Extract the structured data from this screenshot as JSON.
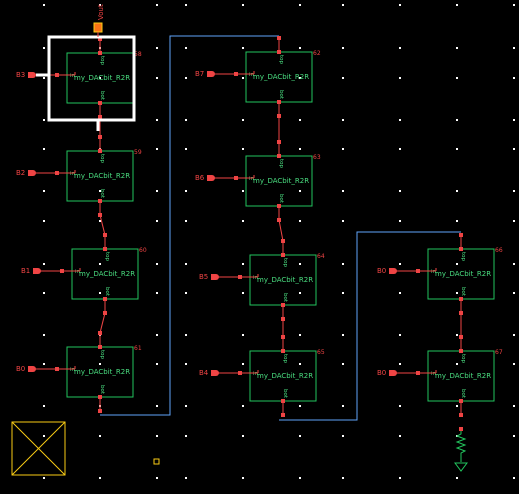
{
  "output_pin": {
    "label": "Vout"
  },
  "cell_type": "my_DACbit_R2R",
  "pins": {
    "top": "top",
    "bot": "bot",
    "in": "in"
  },
  "cells": [
    {
      "id": "c58",
      "inst": "58",
      "input": "B3"
    },
    {
      "id": "c59",
      "inst": "59",
      "input": "B2"
    },
    {
      "id": "c60",
      "inst": "60",
      "input": "B1"
    },
    {
      "id": "c61",
      "inst": "61",
      "input": "B0"
    },
    {
      "id": "c62",
      "inst": "62",
      "input": "B7"
    },
    {
      "id": "c63",
      "inst": "63",
      "input": "B6"
    },
    {
      "id": "c64",
      "inst": "64",
      "input": "B5"
    },
    {
      "id": "c65",
      "inst": "65",
      "input": "B4"
    },
    {
      "id": "c66",
      "inst": "66",
      "input": "B0"
    },
    {
      "id": "c67",
      "inst": "67",
      "input": "B0"
    }
  ],
  "colors": {
    "background": "#000000",
    "cell_outline": "#22c55e",
    "labels": "#4ade80",
    "pins": "#ef4444",
    "wires": "#60a5fa",
    "selection": "#ffffff",
    "grid": "#ffffff",
    "port_marker": "#facc15"
  }
}
